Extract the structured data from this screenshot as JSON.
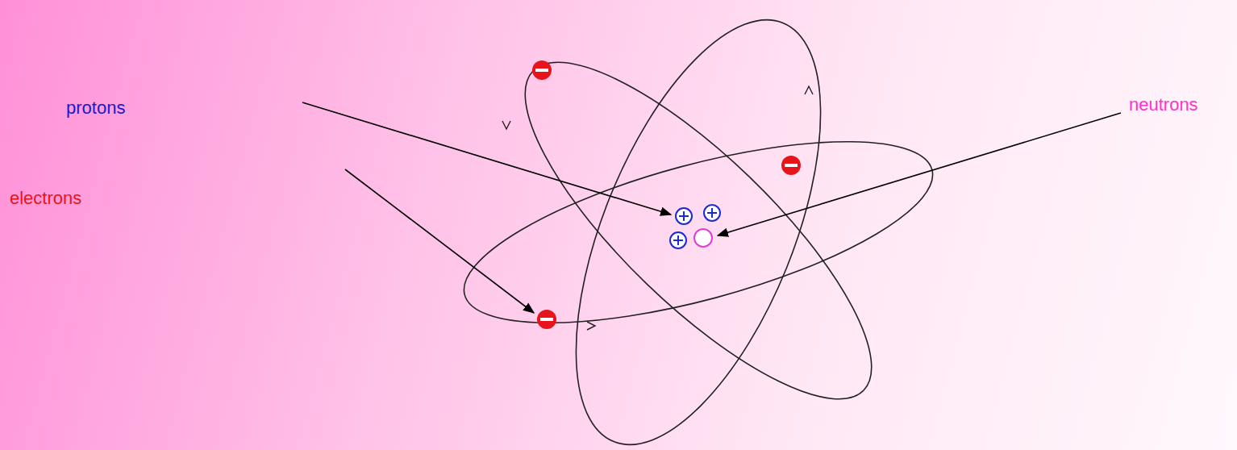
{
  "diagram": {
    "labels": [
      "protons",
      "neutrons",
      "electrons"
    ]
  }
}
